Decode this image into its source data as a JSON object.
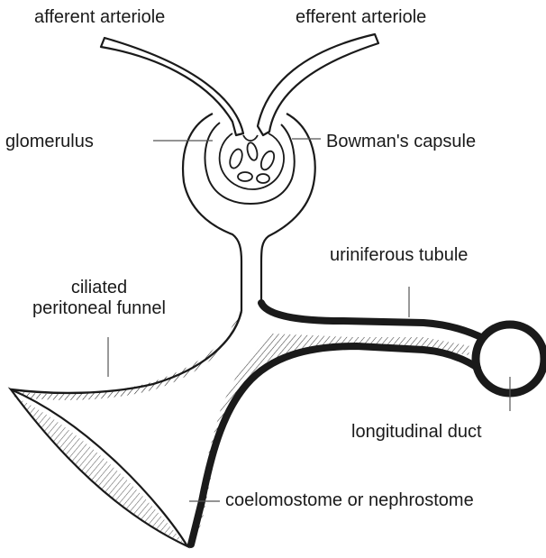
{
  "diagram": {
    "labels": {
      "afferent_arteriole": "afferent arteriole",
      "efferent_arteriole": "efferent arteriole",
      "glomerulus": "glomerulus",
      "bowmans_capsule": "Bowman's capsule",
      "uriniferous_tubule": "uriniferous tubule",
      "ciliated_funnel_line1": "ciliated",
      "ciliated_funnel_line2": "peritoneal funnel",
      "longitudinal_duct": "longitudinal duct",
      "coelomostome": "coelomostome or nephrostome"
    },
    "colors": {
      "ink": "#1a1a1a",
      "background": "#ffffff"
    }
  }
}
